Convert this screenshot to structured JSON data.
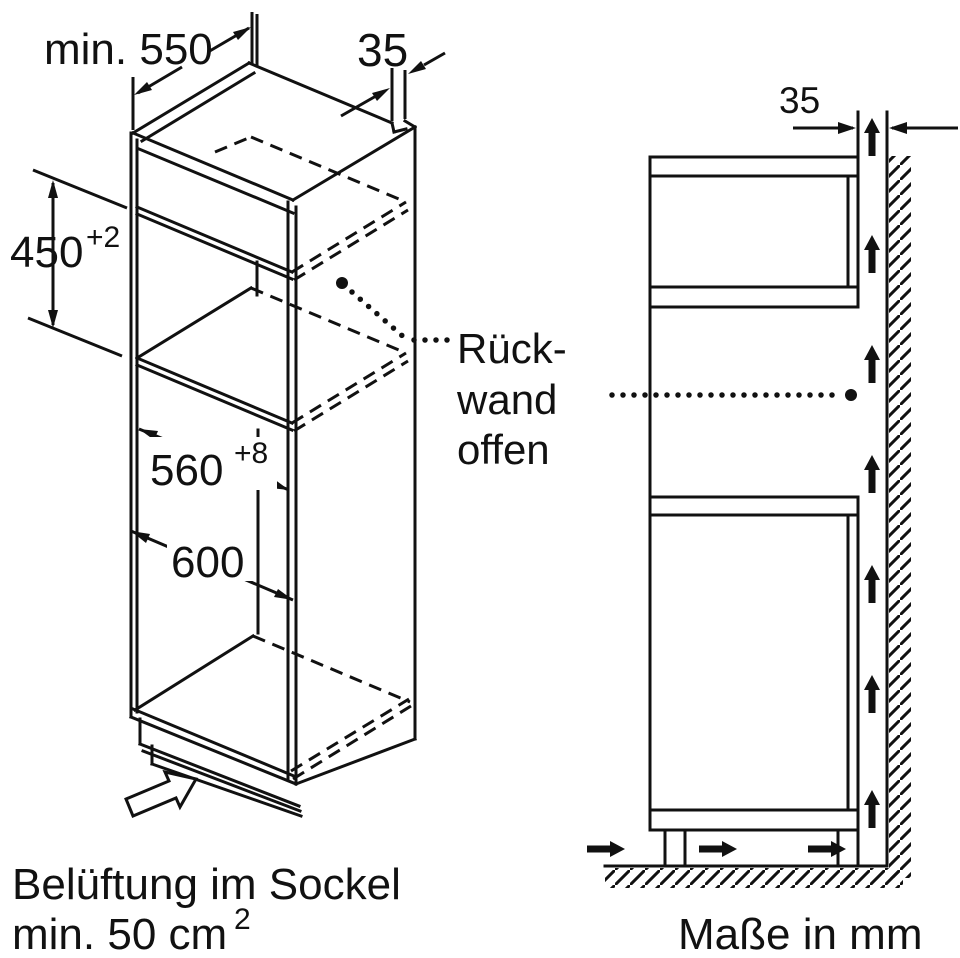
{
  "figure_left": {
    "dim_depth": "min. 550",
    "dim_back_offset": "35",
    "dim_niche_height": "450",
    "dim_niche_height_tol": "+2",
    "dim_niche_width": "560",
    "dim_niche_width_tol": "+8",
    "dim_cabinet_width": "600",
    "note_line1": "Rück-",
    "note_line2": "wand",
    "note_line3": "offen",
    "caption_line1": "Belüftung im Sockel",
    "caption_line2": "min. 50 cm",
    "caption_line2_sup": "2"
  },
  "figure_right": {
    "dim_wall_gap": "35",
    "caption": "Maße in mm"
  }
}
